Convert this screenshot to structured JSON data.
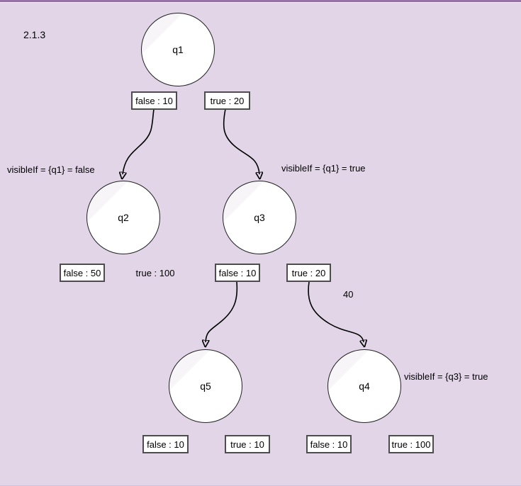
{
  "page": {
    "version": "2.1.3"
  },
  "colors": {
    "background": "#e1d5e7",
    "top_bar": "#9673a6",
    "top_bar_highlight": "#fbf9fd",
    "shape_fill": "#ffffff",
    "shape_stroke": "#333333",
    "edge_color": "#000000",
    "text_color": "#000000"
  },
  "nodes": {
    "q1": {
      "label": "q1"
    },
    "q2": {
      "label": "q2"
    },
    "q3": {
      "label": "q3"
    },
    "q4": {
      "label": "q4"
    },
    "q5": {
      "label": "q5"
    }
  },
  "value_boxes": {
    "q1_false": "false : 10",
    "q1_true": "true : 20",
    "q2_false": "false : 50",
    "q2_true": "true : 100",
    "q3_false": "false : 10",
    "q3_true": "true : 20",
    "q5_false": "false : 10",
    "q5_true": "true : 10",
    "q4_false": "false : 10",
    "q4_true": "true : 100"
  },
  "annotations": {
    "q2_visible_if": "visibleIf = {q1} = false",
    "q3_visible_if": "visibleIf = {q1} = true",
    "q4_visible_if": "visibleIf = {q3} = true",
    "edge_weight": "40"
  }
}
